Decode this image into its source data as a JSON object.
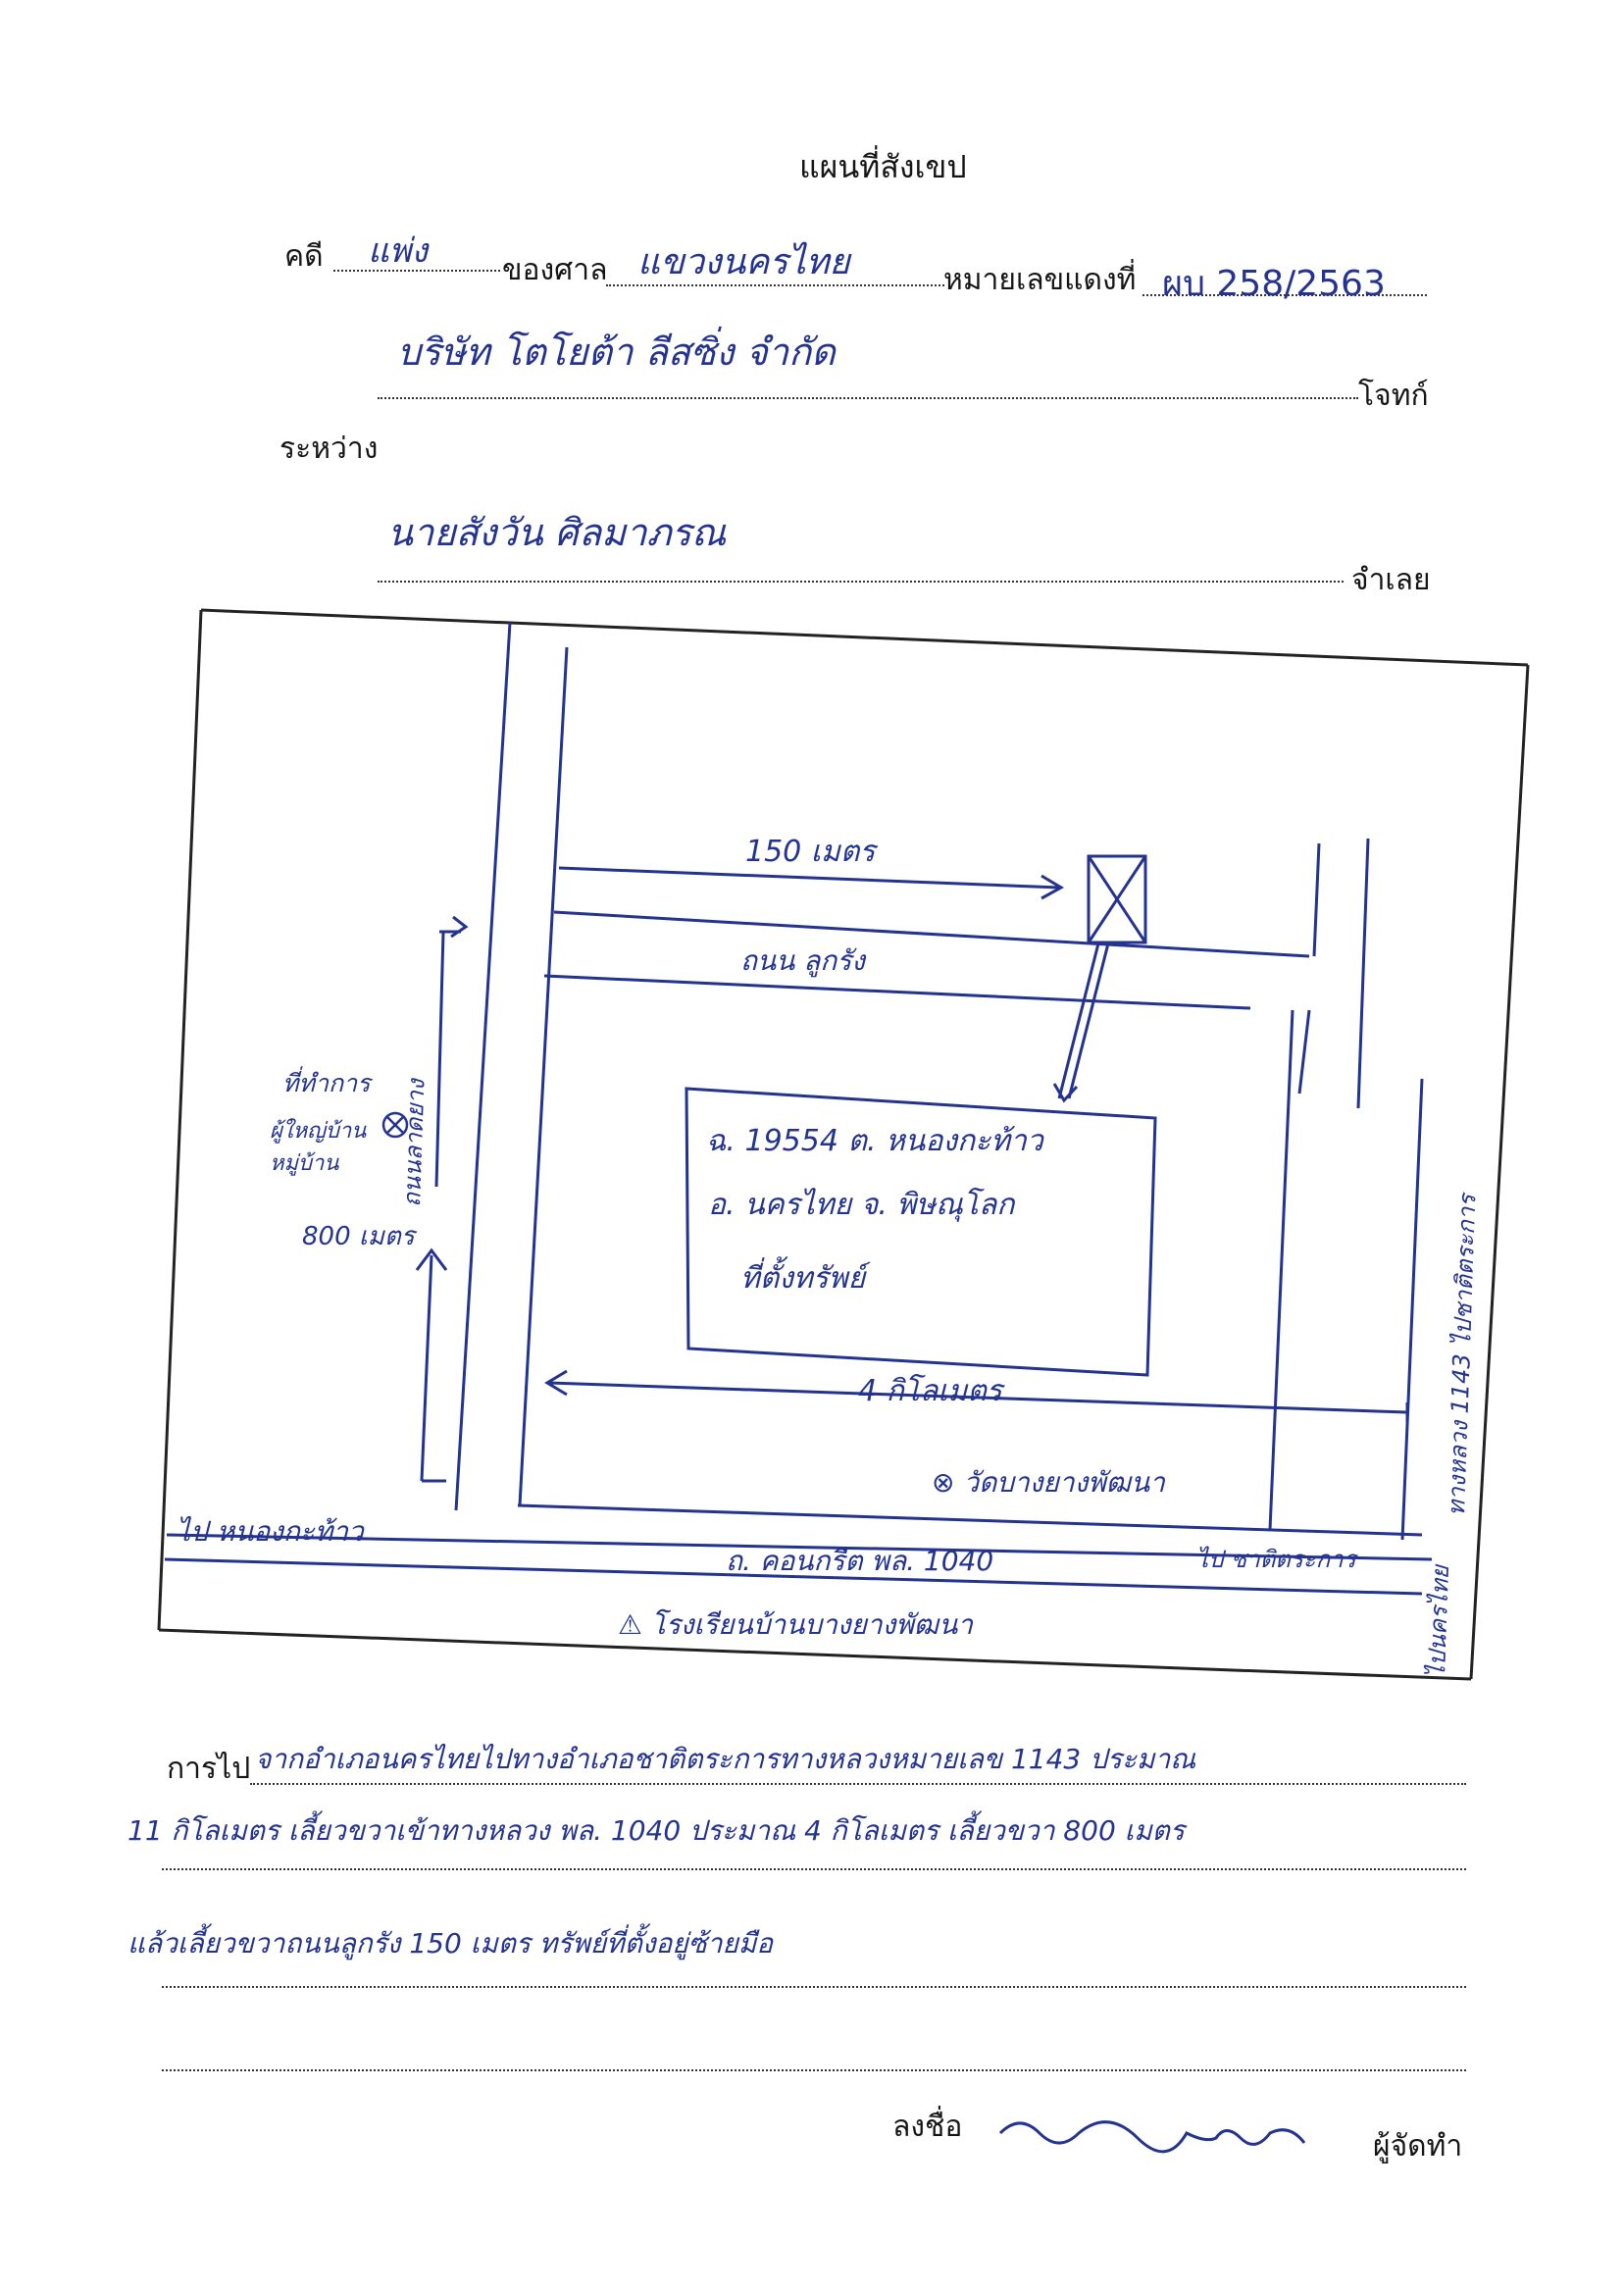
{
  "header": {
    "title": "แผนที่สังเขป",
    "case_label": "คดี",
    "case_value": "แพ่ง",
    "court_label": "ของศาล",
    "court_value": "แขวงนครไทย",
    "red_no_label": "หมายเลขแดงที่",
    "red_no_value": "ผบ 258/2563",
    "plaintiff_value": "บริษัท โตโยต้า ลีสซิ่ง จำกัด",
    "plaintiff_label": "โจทก์",
    "between_label": "ระหว่าง",
    "defendant_value": "นายสังวัน ศิลมาภรณ",
    "defendant_label": "จำเลย"
  },
  "map": {
    "distance_top": "150 เมตร",
    "road_lookrung": "ถนน ลูกรัง",
    "road_lat_yang": "ถนนลาดยาง",
    "post_office_1": "ที่ทำการ",
    "post_office_2": "ผู้ใหญ่บ้าน",
    "post_office_3": "หมู่บ้าน",
    "distance_left": "800 เมตร",
    "deed_line1": "ฉ. 19554 ต. หนองกะท้าว",
    "deed_line2": "อ. นครไทย จ. พิษณุโลก",
    "deed_line3": "ที่ตั้งทรัพย์",
    "distance_mid": "4 กิโลเมตร",
    "temple": "⊗ วัดบางยางพัฒนา",
    "road_1040": "ถ. คอนกรีต พล. 1040",
    "to_left": "ไป หนองกะท้าว",
    "to_right": "ไป ชาติตระการ",
    "school": "⚠ โรงเรียนบ้านบางยางพัฒนา",
    "highway_right": "ทางหลวง 1143 ไปชาติตระการ",
    "to_bottom_right": "ไปนครไทย"
  },
  "directions": {
    "label": "การไป",
    "line1": "จากอำเภอนครไทยไปทางอำเภอชาติตระการทางหลวงหมายเลข 1143 ประมาณ",
    "line2": "11 กิโลเมตร เลี้ยวขวาเข้าทางหลวง พล. 1040 ประมาณ 4 กิโลเมตร เลี้ยวขวา 800 เมตร",
    "line3": "แล้วเลี้ยวขวาถนนลูกรัง 150 เมตร ทรัพย์ที่ตั้งอยู่ซ้ายมือ",
    "line4": ""
  },
  "signature": {
    "sign_label": "ลงชื่อ",
    "role": "ผู้จัดทำ"
  },
  "colors": {
    "ink": "#23338f",
    "print": "#151515"
  }
}
